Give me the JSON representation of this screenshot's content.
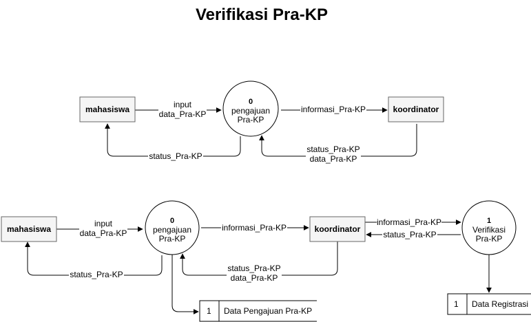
{
  "title": "Verifikasi Pra-KP",
  "diagram1": {
    "entity_left": "mahasiswa",
    "entity_right": "koordinator",
    "process": {
      "number": "0",
      "name_line1": "pengajuan",
      "name_line2": "Pra-KP"
    },
    "flows": {
      "input_line1": "input",
      "input_line2": "data_Pra-KP",
      "info": "informasi_Pra-KP",
      "status_back": "status_Pra-KP",
      "status_line1": "status_Pra-KP",
      "status_line2": "data_Pra-KP"
    }
  },
  "diagram2": {
    "entity_left": "mahasiswa",
    "entity_mid": "koordinator",
    "process0": {
      "number": "0",
      "name_line1": "pengajuan",
      "name_line2": "Pra-KP"
    },
    "process1": {
      "number": "1",
      "name_line1": "Verifikasi",
      "name_line2": "Pra-KP"
    },
    "flows": {
      "input_line1": "input",
      "input_line2": "data_Pra-KP",
      "info": "informasi_Pra-KP",
      "status_back": "status_Pra-KP",
      "status_line1": "status_Pra-KP",
      "status_line2": "data_Pra-KP",
      "info_to_verif": "informasi_Pra-KP",
      "status_from_verif": "status_Pra-KP"
    },
    "store_pengajuan": {
      "id": "1",
      "name": "Data Pengajuan Pra-KP"
    },
    "store_registrasi": {
      "id": "1",
      "name": "Data Registrasi"
    }
  }
}
